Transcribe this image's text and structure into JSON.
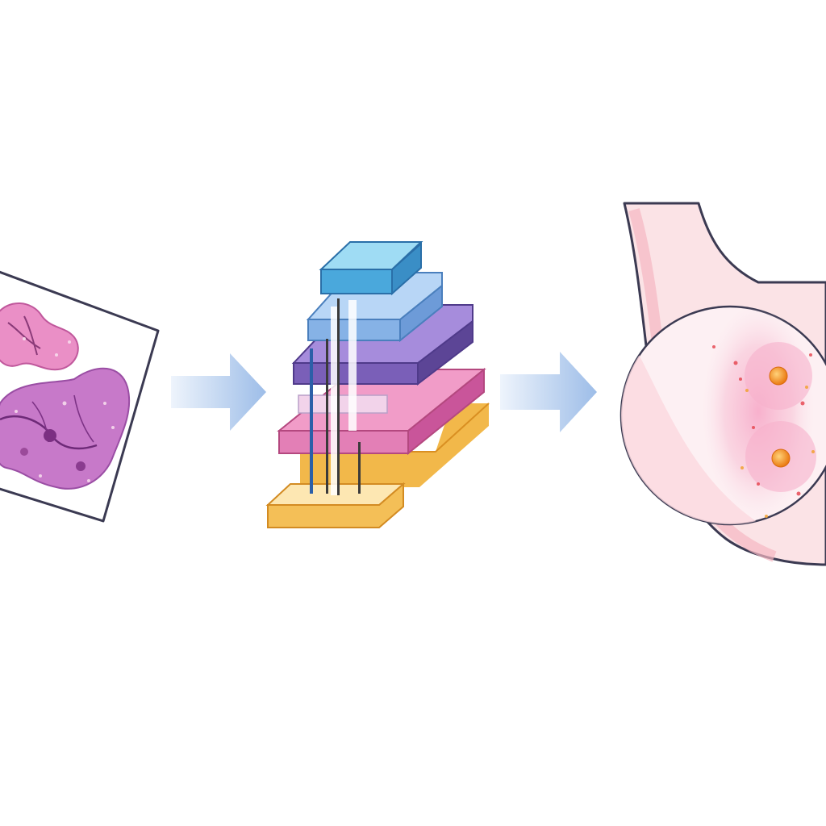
{
  "diagram": {
    "stages": [
      {
        "id": "tissue-slide",
        "icon": "histology-slide-icon"
      },
      {
        "id": "layer-stack",
        "icon": "layered-model-icon"
      },
      {
        "id": "breast-tissue",
        "icon": "breast-lesion-icon"
      }
    ],
    "arrows": 2
  },
  "colors": {
    "background": "#ffffff",
    "tissue_pink": "#e58bc0",
    "tissue_purple": "#b769c2",
    "arrow": "#a8c4e8",
    "layer_blue": "#7fc8ec",
    "layer_light_blue": "#9cc3ee",
    "layer_purple": "#8a72c6",
    "layer_lavender": "#e3c9ea",
    "layer_pink": "#e07cb2",
    "layer_yellow": "#f6c860",
    "skin": "#fbe3e6",
    "lesion_dot": "#f08a1c"
  }
}
